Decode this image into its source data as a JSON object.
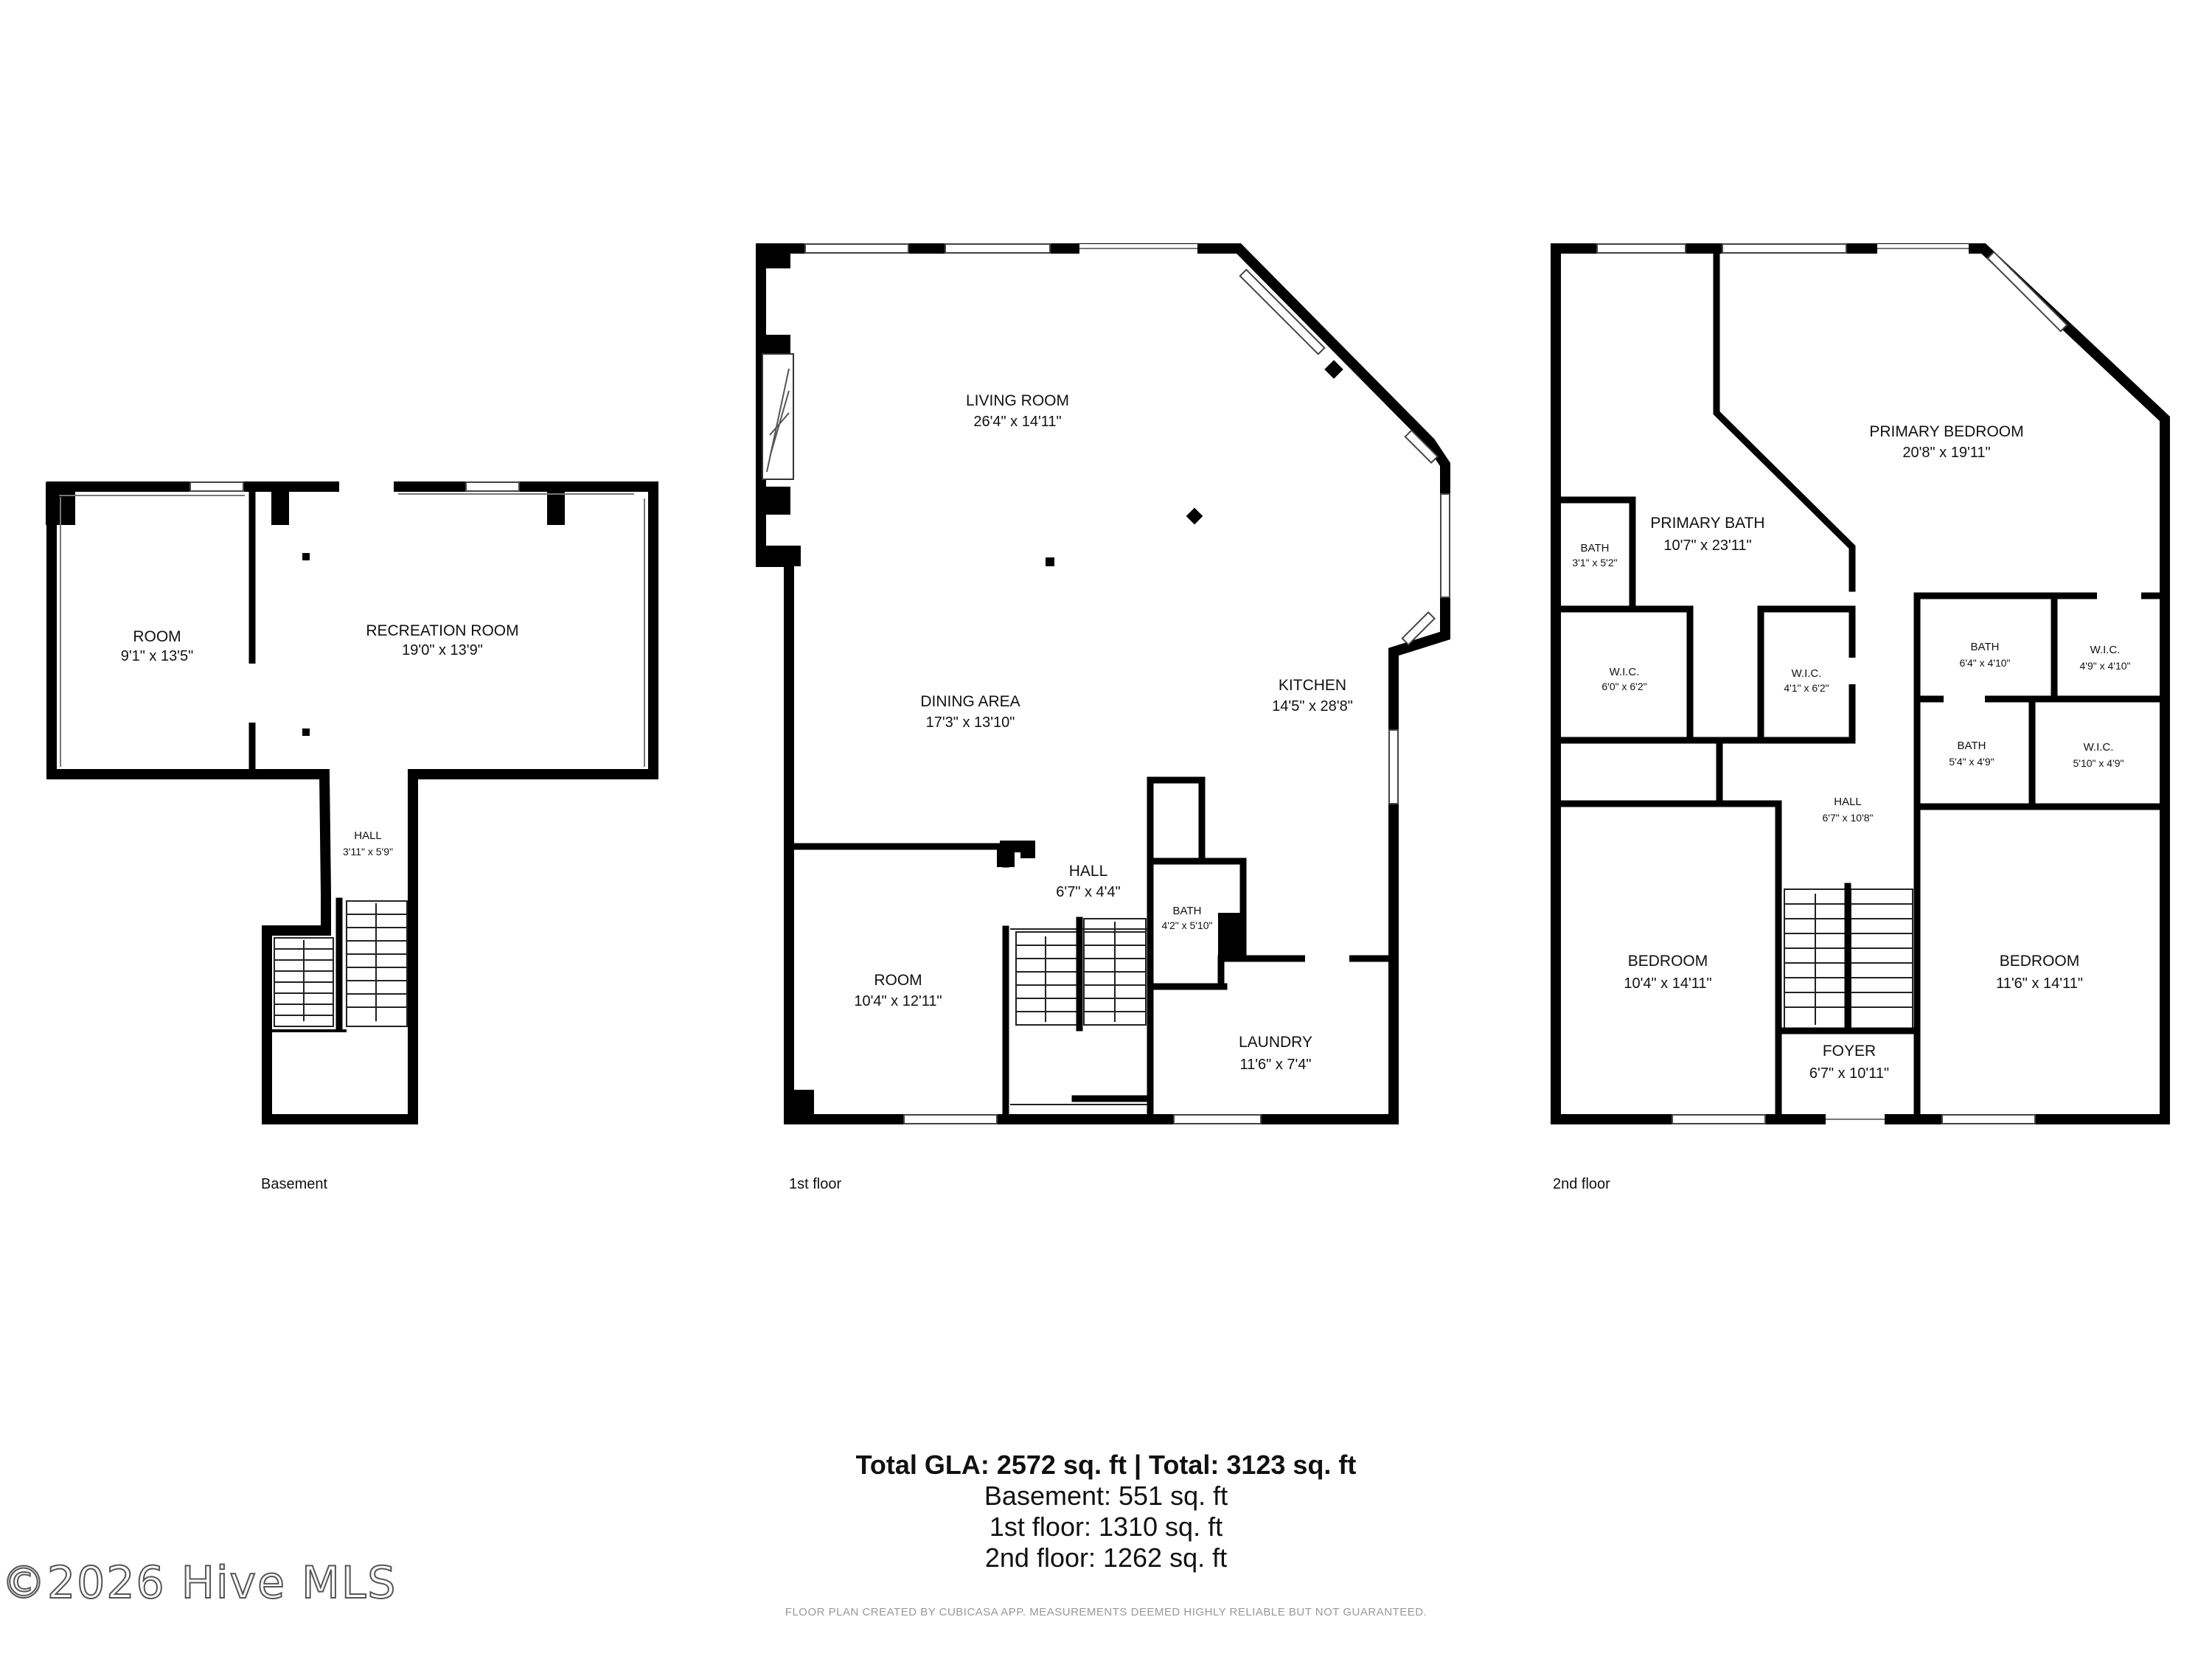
{
  "floors": {
    "basement": {
      "label": "Basement",
      "rooms": {
        "room": {
          "name": "ROOM",
          "dims": "9'1\" x 13'5\""
        },
        "recreation": {
          "name": "RECREATION ROOM",
          "dims": "19'0\" x 13'9\""
        },
        "hall": {
          "name": "HALL",
          "dims": "3'11\" x 5'9\""
        }
      }
    },
    "first": {
      "label": "1st floor",
      "rooms": {
        "living": {
          "name": "LIVING ROOM",
          "dims": "26'4\" x 14'11\""
        },
        "dining": {
          "name": "DINING AREA",
          "dims": "17'3\" x 13'10\""
        },
        "kitchen": {
          "name": "KITCHEN",
          "dims": "14'5\" x 28'8\""
        },
        "hall": {
          "name": "HALL",
          "dims": "6'7\" x 4'4\""
        },
        "bath": {
          "name": "BATH",
          "dims": "4'2\" x 5'10\""
        },
        "room": {
          "name": "ROOM",
          "dims": "10'4\" x 12'11\""
        },
        "laundry": {
          "name": "LAUNDRY",
          "dims": "11'6\" x 7'4\""
        }
      }
    },
    "second": {
      "label": "2nd floor",
      "rooms": {
        "primary_bedroom": {
          "name": "PRIMARY BEDROOM",
          "dims": "20'8\" x 19'11\""
        },
        "primary_bath": {
          "name": "PRIMARY BATH",
          "dims": "10'7\" x 23'11\""
        },
        "bath_small": {
          "name": "BATH",
          "dims": "3'1\" x 5'2\""
        },
        "wic_left": {
          "name": "W.I.C.",
          "dims": "6'0\" x 6'2\""
        },
        "wic_mid": {
          "name": "W.I.C.",
          "dims": "4'1\" x 6'2\""
        },
        "bath_upper_right": {
          "name": "BATH",
          "dims": "6'4\" x 4'10\""
        },
        "wic_upper_right": {
          "name": "W.I.C.",
          "dims": "4'9\" x 4'10\""
        },
        "bath_lower_right": {
          "name": "BATH",
          "dims": "5'4\" x 4'9\""
        },
        "wic_lower_right": {
          "name": "W.I.C.",
          "dims": "5'10\" x 4'9\""
        },
        "hall": {
          "name": "HALL",
          "dims": "6'7\" x 10'8\""
        },
        "bedroom_left": {
          "name": "BEDROOM",
          "dims": "10'4\" x 14'11\""
        },
        "bedroom_right": {
          "name": "BEDROOM",
          "dims": "11'6\" x 14'11\""
        },
        "foyer": {
          "name": "FOYER",
          "dims": "6'7\" x 10'11\""
        }
      }
    }
  },
  "summary": {
    "total": "Total GLA: 2572 sq. ft | Total: 3123 sq. ft",
    "basement": "Basement: 551 sq. ft",
    "first": "1st floor: 1310 sq. ft",
    "second": "2nd floor: 1262 sq. ft"
  },
  "watermark": "©2026 Hive MLS",
  "disclaimer": "FLOOR PLAN CREATED BY CUBICASA APP. MEASUREMENTS DEEMED HIGHLY RELIABLE BUT NOT GUARANTEED."
}
